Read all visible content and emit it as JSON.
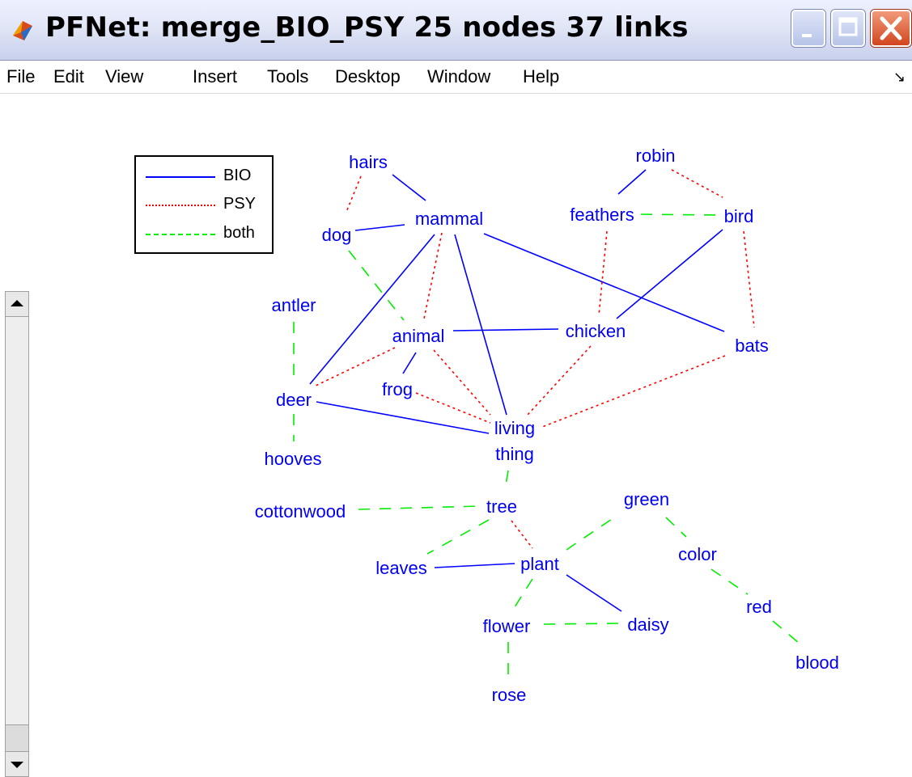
{
  "window": {
    "title": "PFNet:  merge_BIO_PSY 25 nodes 37 links",
    "icons": {
      "app": "matlab-logo-icon",
      "minimize": "minimize-icon",
      "maximize": "maximize-icon",
      "close": "close-icon"
    }
  },
  "menubar": {
    "items": [
      "File",
      "Edit",
      "View",
      "Insert",
      "Tools",
      "Desktop",
      "Window",
      "Help"
    ],
    "dock_icon": "↘"
  },
  "legend": {
    "entries": [
      {
        "label": "BIO",
        "color": "#0000ff",
        "style": "solid"
      },
      {
        "label": "PSY",
        "color": "#ff0000",
        "style": "dotted"
      },
      {
        "label": "both",
        "color": "#00ee00",
        "style": "dashed"
      }
    ]
  },
  "graph": {
    "colors": {
      "BIO": "#0000ff",
      "PSY": "#ff0000",
      "both": "#00ee00",
      "label": "#0000ee"
    },
    "nodes": [
      {
        "id": "hairs",
        "label": "hairs"
      },
      {
        "id": "mammal",
        "label": "mammal"
      },
      {
        "id": "dog",
        "label": "dog"
      },
      {
        "id": "robin",
        "label": "robin"
      },
      {
        "id": "feathers",
        "label": "feathers"
      },
      {
        "id": "bird",
        "label": "bird"
      },
      {
        "id": "antler",
        "label": "antler"
      },
      {
        "id": "animal",
        "label": "animal"
      },
      {
        "id": "chicken",
        "label": "chicken"
      },
      {
        "id": "bats",
        "label": "bats"
      },
      {
        "id": "frog",
        "label": "frog"
      },
      {
        "id": "deer",
        "label": "deer"
      },
      {
        "id": "living",
        "label": "living"
      },
      {
        "id": "thing",
        "label": "thing"
      },
      {
        "id": "hooves",
        "label": "hooves"
      },
      {
        "id": "cottonwood",
        "label": "cottonwood"
      },
      {
        "id": "tree",
        "label": "tree"
      },
      {
        "id": "green",
        "label": "green"
      },
      {
        "id": "color",
        "label": "color"
      },
      {
        "id": "leaves",
        "label": "leaves"
      },
      {
        "id": "plant",
        "label": "plant"
      },
      {
        "id": "red",
        "label": "red"
      },
      {
        "id": "flower",
        "label": "flower"
      },
      {
        "id": "daisy",
        "label": "daisy"
      },
      {
        "id": "blood",
        "label": "blood"
      },
      {
        "id": "rose",
        "label": "rose"
      }
    ],
    "links": [
      {
        "a": "hairs",
        "b": "mammal",
        "type": "BIO"
      },
      {
        "a": "hairs",
        "b": "dog",
        "type": "PSY"
      },
      {
        "a": "dog",
        "b": "mammal",
        "type": "BIO"
      },
      {
        "a": "dog",
        "b": "animal",
        "type": "both"
      },
      {
        "a": "mammal",
        "b": "deer",
        "type": "BIO"
      },
      {
        "a": "mammal",
        "b": "animal",
        "type": "PSY"
      },
      {
        "a": "mammal",
        "b": "living",
        "type": "BIO"
      },
      {
        "a": "mammal",
        "b": "bats",
        "type": "BIO"
      },
      {
        "a": "robin",
        "b": "feathers",
        "type": "BIO"
      },
      {
        "a": "robin",
        "b": "bird",
        "type": "PSY"
      },
      {
        "a": "feathers",
        "b": "bird",
        "type": "both"
      },
      {
        "a": "feathers",
        "b": "chicken",
        "type": "PSY"
      },
      {
        "a": "bird",
        "b": "chicken",
        "type": "BIO"
      },
      {
        "a": "bird",
        "b": "bats",
        "type": "PSY"
      },
      {
        "a": "animal",
        "b": "chicken",
        "type": "BIO"
      },
      {
        "a": "animal",
        "b": "frog",
        "type": "BIO"
      },
      {
        "a": "animal",
        "b": "deer",
        "type": "PSY"
      },
      {
        "a": "animal",
        "b": "living",
        "type": "PSY"
      },
      {
        "a": "frog",
        "b": "living",
        "type": "PSY"
      },
      {
        "a": "chicken",
        "b": "living",
        "type": "PSY"
      },
      {
        "a": "bats",
        "b": "living",
        "type": "PSY"
      },
      {
        "a": "deer",
        "b": "living",
        "type": "BIO"
      },
      {
        "a": "antler",
        "b": "deer",
        "type": "both"
      },
      {
        "a": "deer",
        "b": "hooves",
        "type": "both"
      },
      {
        "a": "thing",
        "b": "tree",
        "type": "both"
      },
      {
        "a": "cottonwood",
        "b": "tree",
        "type": "both"
      },
      {
        "a": "tree",
        "b": "leaves",
        "type": "both"
      },
      {
        "a": "tree",
        "b": "plant",
        "type": "PSY"
      },
      {
        "a": "leaves",
        "b": "plant",
        "type": "BIO"
      },
      {
        "a": "plant",
        "b": "green",
        "type": "both"
      },
      {
        "a": "plant",
        "b": "flower",
        "type": "both"
      },
      {
        "a": "plant",
        "b": "daisy",
        "type": "BIO"
      },
      {
        "a": "flower",
        "b": "daisy",
        "type": "both"
      },
      {
        "a": "flower",
        "b": "rose",
        "type": "both"
      },
      {
        "a": "green",
        "b": "color",
        "type": "both"
      },
      {
        "a": "color",
        "b": "red",
        "type": "both"
      },
      {
        "a": "red",
        "b": "blood",
        "type": "both"
      }
    ]
  }
}
